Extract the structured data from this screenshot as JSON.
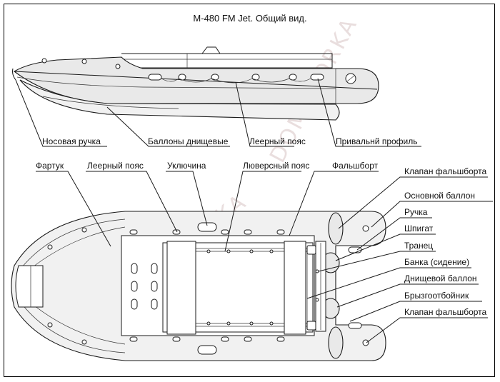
{
  "title": "M-480 FM Jet. Общий вид.",
  "watermark": "DOMOTORKA",
  "side_view_labels": {
    "bow_handle": "Носовая ручка",
    "bottom_tubes": "Баллоны днищевые",
    "lifeline": "Леерный пояс",
    "rubbing_strake": "Привальнй профиль"
  },
  "top_view_labels": {
    "apron": "Фартук",
    "lifeline": "Леерный пояс",
    "oarlock": "Уключина",
    "grommet_belt": "Люверсный пояс",
    "bulwark": "Фальшборт",
    "bulwark_valve_top": "Клапан фальшборта",
    "main_tube": "Основной баллон",
    "handle": "Ручка",
    "scupper": "Шпигат",
    "transom": "Транец",
    "bench_seat": "Банка (сидение)",
    "bottom_tube": "Днищевой баллон",
    "spray_deflector": "Брызгоотбойник",
    "bulwark_valve_bottom": "Клапан фальшборта"
  }
}
